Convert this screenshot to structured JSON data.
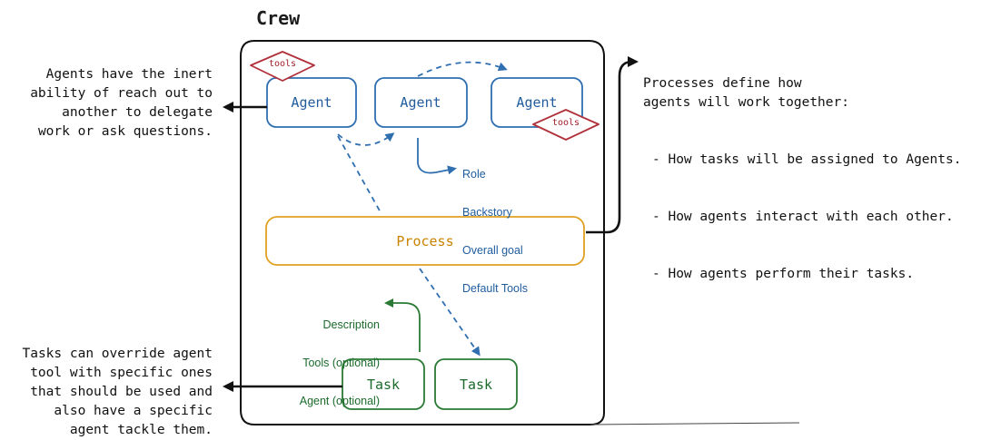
{
  "crew": {
    "title": "Crew"
  },
  "agents": [
    {
      "label": "Agent",
      "tools": "tools"
    },
    {
      "label": "Agent"
    },
    {
      "label": "Agent",
      "tools": "tools"
    }
  ],
  "agent_attributes": [
    "Role",
    "Backstory",
    "Overall goal",
    "Default Tools"
  ],
  "process": {
    "label": "Process"
  },
  "tasks": [
    {
      "label": "Task"
    },
    {
      "label": "Task"
    }
  ],
  "task_attributes": [
    "Description",
    "Tools (optional)",
    "Agent (optional)"
  ],
  "notes": {
    "agents_left": "Agents have the inert\nability of reach out to\nanother to delegate\nwork or ask questions.",
    "tasks_left": "Tasks can override agent\ntool with specific ones\nthat should be used and\nalso have a specific\nagent tackle them.",
    "process_right_title": "Processes define how\nagents will work together:",
    "process_right_bullets": [
      "- How tasks will be assigned to Agents.",
      "- How agents interact with each other.",
      "- How agents perform their tasks."
    ]
  },
  "colors": {
    "agent": "#1f5c9e",
    "task": "#1c6b2c",
    "process": "#e0a020",
    "tools": "#a0202a",
    "frame": "#111111"
  }
}
